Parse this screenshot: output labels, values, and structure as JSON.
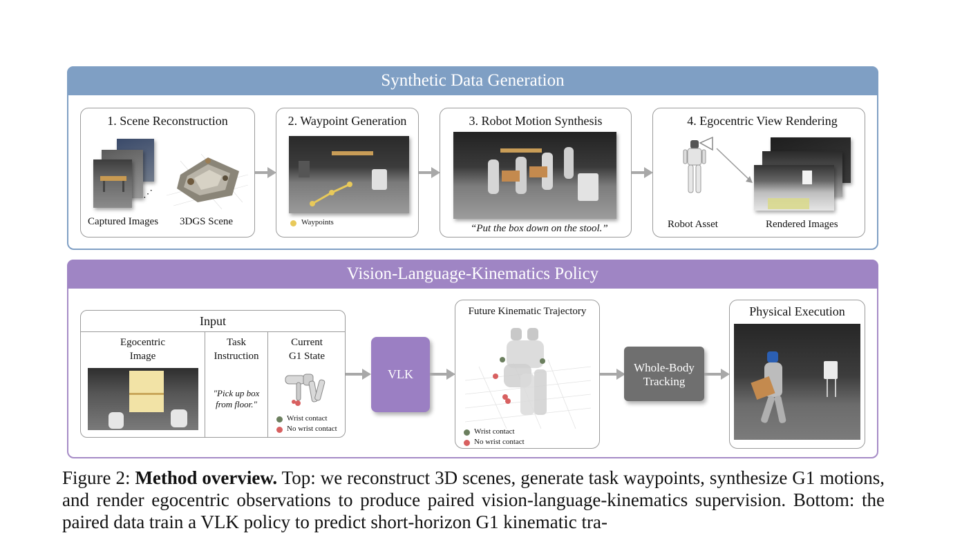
{
  "top_section": {
    "title": "Synthetic Data Generation",
    "steps": [
      {
        "title": "1. Scene Reconstruction",
        "captions": [
          "Captured Images",
          "3DGS Scene"
        ]
      },
      {
        "title": "2. Waypoint Generation",
        "legend": "Waypoints"
      },
      {
        "title": "3. Robot Motion Synthesis",
        "quote": "“Put the box down on the stool.”"
      },
      {
        "title": "4. Egocentric View Rendering",
        "captions": [
          "Robot Asset",
          "Rendered Images"
        ]
      }
    ]
  },
  "bottom_section": {
    "title": "Vision-Language-Kinematics Policy",
    "input": {
      "title": "Input",
      "col1": "Egocentric Image",
      "col1_line1": "Egocentric",
      "col1_line2": "Image",
      "col2_line1": "Task",
      "col2_line2": "Instruction",
      "col2_quote_line1": "\"Pick up box",
      "col2_quote_line2": "from floor.\"",
      "col3_line1": "Current",
      "col3_line2": "G1 State",
      "legend_contact": "Wrist contact",
      "legend_no_contact": "No wrist contact"
    },
    "vlk_label": "VLK",
    "future": {
      "title": "Future Kinematic Trajectory",
      "legend_contact": "Wrist contact",
      "legend_no_contact": "No wrist contact"
    },
    "tracking_line1": "Whole-Body",
    "tracking_line2": "Tracking",
    "execution_title": "Physical Execution"
  },
  "colors": {
    "top_accent": "#7f9fc4",
    "bottom_accent": "#9f85c4",
    "vlk_box": "#9b7fc3",
    "tracking_box": "#6f6f6f",
    "contact_green": "#6b7f5e",
    "no_contact_red": "#d86060",
    "waypoint_yellow": "#e8c95a"
  },
  "caption": {
    "label": "Figure 2:",
    "bold": "Method overview.",
    "text": "Top: we reconstruct 3D scenes, generate task waypoints, synthesize G1 motions, and render egocentric observations to produce paired vision-language-kinematics supervision. Bottom: the paired data train a VLK policy to predict short-horizon G1 kinematic tra-"
  }
}
